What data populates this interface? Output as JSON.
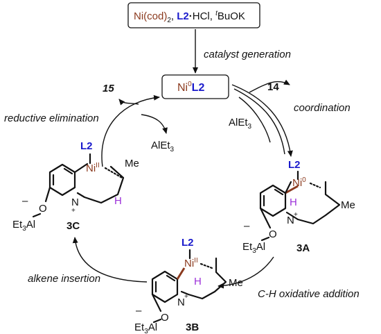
{
  "reagents": {
    "ni": "Ni(cod)",
    "ni_sub": "2",
    "sep1": ", ",
    "ligand": "L2",
    "dot": "·",
    "hcl": "HCl, ",
    "tbu_sup": "t",
    "tbu": "BuOK"
  },
  "catalyst_generation": "catalyst generation",
  "catalyst": {
    "ni": "Ni",
    "ox": "0",
    "ligand": "L2"
  },
  "steps": {
    "coordination": "coordination",
    "cho_addition": "C-H oxidative addition",
    "alkene_insertion": "alkene insertion",
    "reductive_elimination": "reductive elimination"
  },
  "substrate_label": "14",
  "product_label": "15",
  "alet3_in": {
    "base": "AlEt",
    "sub": "3"
  },
  "alet3_out": {
    "base": "AlEt",
    "sub": "3"
  },
  "intermediates": {
    "3A": {
      "label": "3A",
      "ligand": "L2",
      "metal": "Ni",
      "ox": "0",
      "h": "H",
      "me": "Me",
      "plus": "+",
      "minus": "–",
      "o": "O",
      "al": "Et",
      "al_sub": "3",
      "al_tail": "Al"
    },
    "3B": {
      "label": "3B",
      "ligand": "L2",
      "metal": "Ni",
      "ox": "II",
      "h": "H",
      "me": "Me",
      "plus": "+",
      "minus": "–",
      "o": "O",
      "al": "Et",
      "al_sub": "3",
      "al_tail": "Al"
    },
    "3C": {
      "label": "3C",
      "ligand": "L2",
      "metal": "Ni",
      "ox": "II",
      "h": "H",
      "me": "Me",
      "plus": "+",
      "minus": "–",
      "o": "O",
      "al": "Et",
      "al_sub": "3",
      "al_tail": "Al"
    }
  },
  "n_atom": "N",
  "colors": {
    "ligand": "#1a1acc",
    "metal": "#8b3a1e",
    "hydride": "#9b30d9",
    "bond_highlight": "#8b3a1e"
  }
}
